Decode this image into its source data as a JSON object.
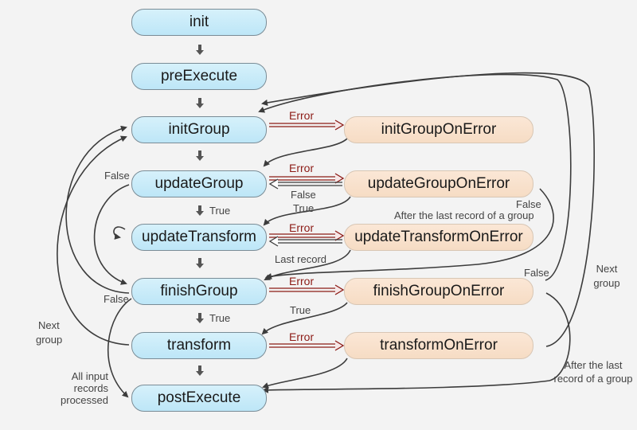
{
  "nodes": {
    "init": "init",
    "preExecute": "preExecute",
    "initGroup": "initGroup",
    "updateGroup": "updateGroup",
    "updateTransform": "updateTransform",
    "finishGroup": "finishGroup",
    "transform": "transform",
    "postExecute": "postExecute",
    "initGroupOnError": "initGroupOnError",
    "updateGroupOnError": "updateGroupOnError",
    "updateTransformOnError": "updateTransformOnError",
    "finishGroupOnError": "finishGroupOnError",
    "transformOnError": "transformOnError"
  },
  "labels": {
    "error": "Error",
    "true": "True",
    "false": "False",
    "last_record": "Last record",
    "after_last_record_group": "After the last record of a group",
    "after_last_line1": "After the last",
    "after_last_line2": "record of a group",
    "next": "Next",
    "group": "group",
    "all_input_line1": "All input",
    "all_input_line2": "records",
    "all_input_line3": "processed"
  },
  "colors": {
    "main_fill": "#c8ebf9",
    "error_fill": "#f8e1cd",
    "error_arrow": "#8c1b16",
    "line": "#3c3c3c"
  }
}
